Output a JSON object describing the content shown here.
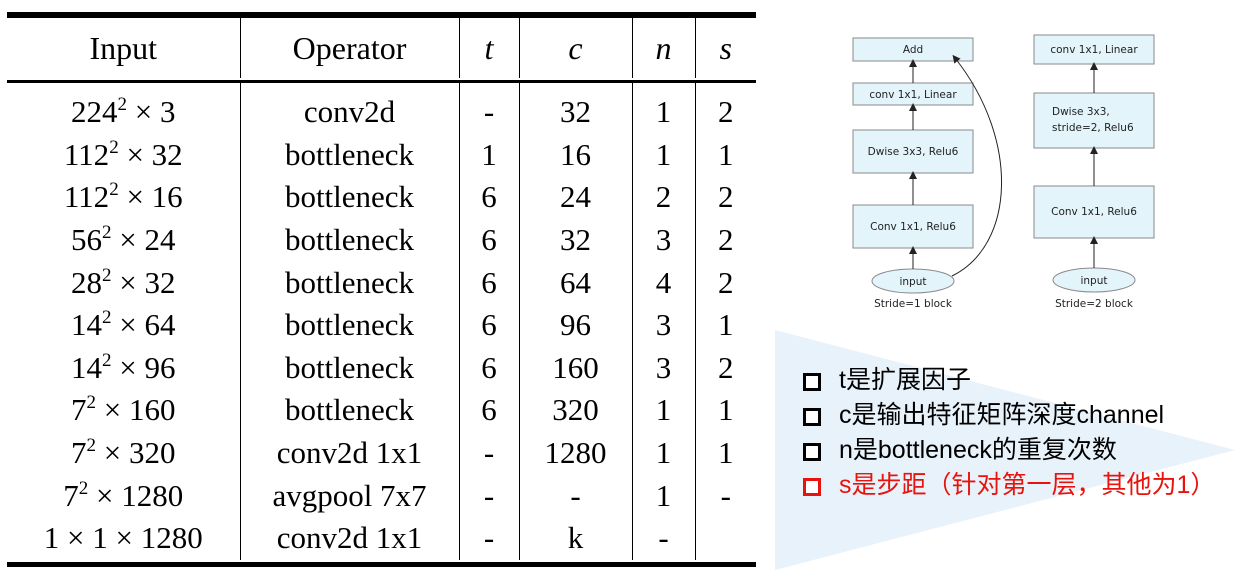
{
  "table": {
    "headers": [
      "Input",
      "Operator",
      "t",
      "c",
      "n",
      "s"
    ],
    "rows": [
      {
        "input_base": "224",
        "input_rest": " × 3",
        "operator": "conv2d",
        "t": "-",
        "c": "32",
        "n": "1",
        "s": "2"
      },
      {
        "input_base": "112",
        "input_rest": " × 32",
        "operator": "bottleneck",
        "t": "1",
        "c": "16",
        "n": "1",
        "s": "1"
      },
      {
        "input_base": "112",
        "input_rest": " × 16",
        "operator": "bottleneck",
        "t": "6",
        "c": "24",
        "n": "2",
        "s": "2"
      },
      {
        "input_base": "56",
        "input_rest": " × 24",
        "operator": "bottleneck",
        "t": "6",
        "c": "32",
        "n": "3",
        "s": "2"
      },
      {
        "input_base": "28",
        "input_rest": " × 32",
        "operator": "bottleneck",
        "t": "6",
        "c": "64",
        "n": "4",
        "s": "2"
      },
      {
        "input_base": "14",
        "input_rest": " × 64",
        "operator": "bottleneck",
        "t": "6",
        "c": "96",
        "n": "3",
        "s": "1"
      },
      {
        "input_base": "14",
        "input_rest": " × 96",
        "operator": "bottleneck",
        "t": "6",
        "c": "160",
        "n": "3",
        "s": "2"
      },
      {
        "input_base": "7",
        "input_rest": " × 160",
        "operator": "bottleneck",
        "t": "6",
        "c": "320",
        "n": "1",
        "s": "1"
      },
      {
        "input_base": "7",
        "input_rest": " × 320",
        "operator": "conv2d 1x1",
        "t": "-",
        "c": "1280",
        "n": "1",
        "s": "1"
      },
      {
        "input_base": "7",
        "input_rest": " × 1280",
        "operator": "avgpool 7x7",
        "t": "-",
        "c": "-",
        "n": "1",
        "s": "-"
      },
      {
        "input_base": "1 × 1 × 1280",
        "input_rest": "",
        "operator": "conv2d 1x1",
        "t": "-",
        "c": "k",
        "n": "-",
        "s": ""
      }
    ],
    "exponent": "2"
  },
  "diagram": {
    "stride1": {
      "blocks": [
        "Add",
        "conv 1x1, Linear",
        "Dwise 3x3, Relu6",
        "Conv 1x1, Relu6"
      ],
      "input": "input",
      "caption": "Stride=1 block"
    },
    "stride2": {
      "blocks": [
        "conv 1x1, Linear",
        "Dwise 3x3,",
        "stride=2, Relu6",
        "Conv 1x1, Relu6"
      ],
      "input": "input",
      "caption": "Stride=2 block"
    },
    "colors": {
      "block_fill": "#e3f4fb",
      "block_stroke": "#8a8a8a"
    }
  },
  "legend": [
    {
      "text": "t是扩展因子",
      "highlight": false
    },
    {
      "text": "c是输出特征矩阵深度channel",
      "highlight": false
    },
    {
      "text": "n是bottleneck的重复次数",
      "highlight": false
    },
    {
      "text": "s是步距（针对第一层，其他为1）",
      "highlight": true
    }
  ],
  "colors": {
    "highlight": "#e8130d",
    "watermark_arrow": "#e6f1fa"
  }
}
